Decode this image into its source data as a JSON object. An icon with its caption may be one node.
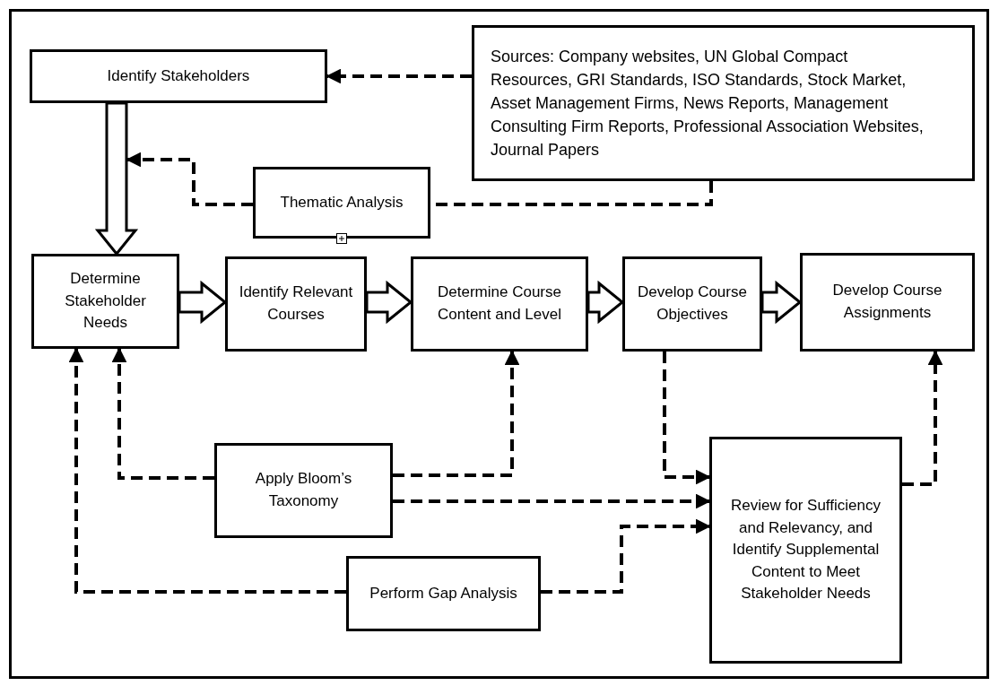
{
  "diagram": {
    "nodes": [
      {
        "text": [
          "Sources: Company websites, UN Global Compact Resources, GRI Standards, ISO Standards, Stock Market, Asset Management Firms, News Reports, Management Consulting Firm Reports, Professional Association Websites, Journal Papers"
        ]
      },
      {
        "text": [
          "Identify Stakeholders"
        ]
      },
      {
        "text": [
          "Thematic Analysis"
        ]
      },
      {
        "text": [
          "Determine Stakeholder Needs"
        ]
      },
      {
        "text": [
          "Identify Relevant Courses"
        ]
      },
      {
        "text": [
          "Determine Course Content and Level"
        ]
      },
      {
        "text": [
          "Develop Course Objectives"
        ]
      },
      {
        "text": [
          "Develop Course Assignments"
        ]
      },
      {
        "text": [
          "Apply Bloom’s Taxonomy"
        ]
      },
      {
        "text": [
          "Perform Gap Analysis"
        ]
      },
      {
        "text": [
          "Review for Sufficiency and Relevancy, and Identify Supplemental Content to Meet Stakeholder Needs"
        ]
      }
    ],
    "edges": [
      {
        "from": 0,
        "to": 1,
        "arrow": "to",
        "style": "dashed"
      },
      {
        "from": 1,
        "to": 3,
        "arrow": "to",
        "style": "thick"
      },
      {
        "from": 2,
        "to": null,
        "arrow": "to",
        "style": "dashed"
      },
      {
        "from": 0,
        "to": 2,
        "arrow": "none",
        "style": "dashed"
      },
      {
        "from": 3,
        "to": 4,
        "arrow": "to",
        "style": "thick"
      },
      {
        "from": 4,
        "to": 5,
        "arrow": "to",
        "style": "thick"
      },
      {
        "from": 5,
        "to": 6,
        "arrow": "to",
        "style": "thick"
      },
      {
        "from": 6,
        "to": 7,
        "arrow": "to",
        "style": "thick"
      },
      {
        "from": 8,
        "to": 3,
        "arrow": "to",
        "style": "dashed"
      },
      {
        "from": 8,
        "to": 5,
        "arrow": "to",
        "style": "dashed"
      },
      {
        "from": 8,
        "to": 10,
        "arrow": "to",
        "style": "dashed"
      },
      {
        "from": 9,
        "to": 3,
        "arrow": "to",
        "style": "dashed"
      },
      {
        "from": 9,
        "to": 10,
        "arrow": "to",
        "style": "dashed"
      },
      {
        "from": 6,
        "to": 10,
        "arrow": "to",
        "style": "dashed"
      },
      {
        "from": 10,
        "to": 7,
        "arrow": "to",
        "style": "dashed"
      }
    ]
  }
}
